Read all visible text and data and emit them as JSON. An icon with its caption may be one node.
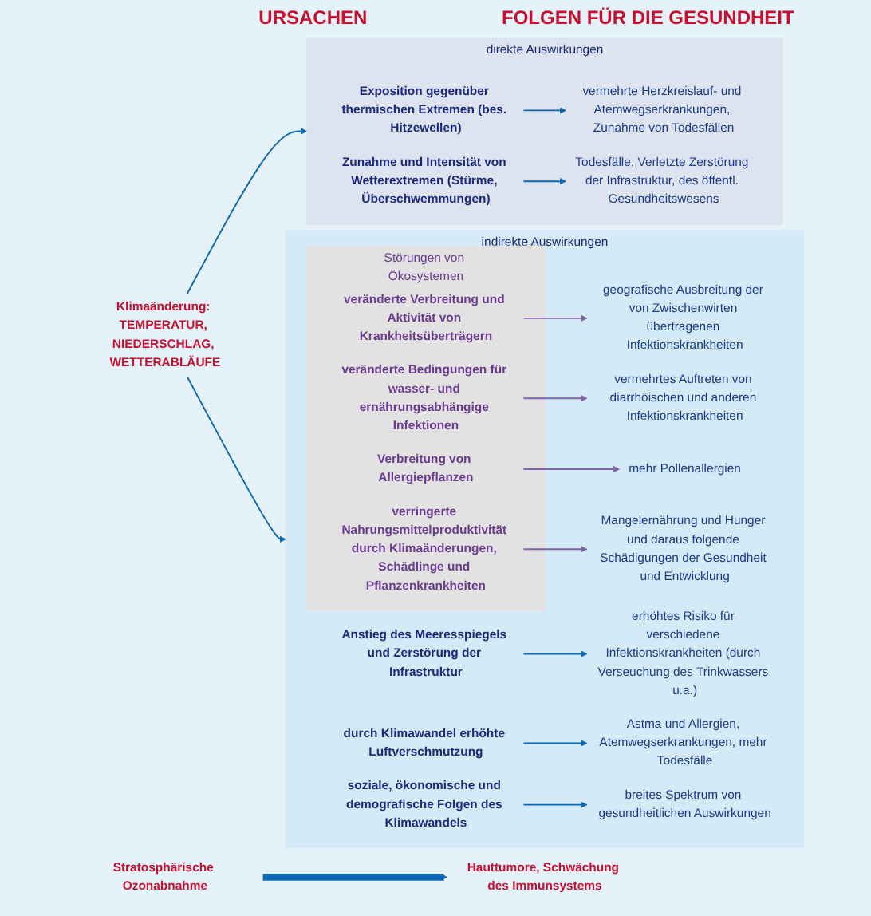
{
  "diagram": {
    "nodes": [
      {
        "text": [
          "Klimaänderung: TEMPERATUR, NIEDERSCHLAG, WETTERABLÄUFE"
        ]
      },
      {
        "text": [
          "direkte Auswirkungen"
        ]
      },
      {
        "text": [
          "Exposition gegenüber thermischen Extremen (bes. Hitzewellen)"
        ],
        "in": 1
      },
      {
        "text": [
          "vermehrte Herzkreislauf- und Atemwegserkrankungen, Zunahme von Todesfällen"
        ],
        "in": 1
      },
      {
        "text": [
          "Zunahme und Intensität von Wetterextremen (Stürme, Überschwemmungen)"
        ],
        "in": 1
      },
      {
        "text": [
          "Todesfälle, Verletzte Zerstörung der Infrastruktur, des öffentl. Gesundheitswesens"
        ],
        "in": 1
      },
      {
        "text": [
          "indirekte Auswirkungen"
        ]
      },
      {
        "text": [
          "Störungen von Ökosystemen"
        ],
        "in": 6
      },
      {
        "text": [
          "veränderte Verbreitung und Aktivität von Krankheitsüberträgern"
        ],
        "in": 7
      },
      {
        "text": [
          "geografische Ausbreitung der von Zwischenwirten übertragenen Infektionskrankheiten"
        ],
        "in": 6
      },
      {
        "text": [
          "veränderte Bedingungen für wasser- und ernährungsabhängige Infektionen"
        ],
        "in": 7
      },
      {
        "text": [
          "vermehrtes Auftreten von diarrhöischen und anderen Infektionskrankheiten"
        ],
        "in": 6
      },
      {
        "text": [
          "Verbreitung von Allergiepflanzen"
        ],
        "in": 7
      },
      {
        "text": [
          "mehr Pollenallergien"
        ],
        "in": 6
      },
      {
        "text": [
          "verringerte Nahrungsmittelproduktivität durch Klimaänderungen, Schädlinge und Pflanzenkrankheiten"
        ],
        "in": 7
      },
      {
        "text": [
          "Mangelernährung und Hunger und daraus folgende Schädigungen der Gesundheit und Entwicklung"
        ],
        "in": 6
      },
      {
        "text": [
          "Anstieg des Meeresspiegels und Zerstörung der Infrastruktur"
        ],
        "in": 6
      },
      {
        "text": [
          "erhöhtes Risiko für verschiedene Infektionskrankheiten (durch Verseuchung des Trinkwassers u.a.)"
        ],
        "in": 6
      },
      {
        "text": [
          "durch Klimawandel erhöhte Luftverschmutzung"
        ],
        "in": 6
      },
      {
        "text": [
          "Astma und Allergien, Atemwegserkrankungen, mehr Todesfälle"
        ],
        "in": 6
      },
      {
        "text": [
          "soziale, ökonomische und demografische Folgen des Klimawandels"
        ],
        "in": 6
      },
      {
        "text": [
          "breites Spektrum von gesundheitlichen Auswirkungen"
        ],
        "in": 6
      },
      {
        "text": [
          "Stratosphärische Ozonabnahme"
        ]
      },
      {
        "text": [
          "Hauttumore, Schwächung des Immunsystems"
        ]
      }
    ],
    "edges": [
      {
        "from": 0,
        "to": 1,
        "arrow": "to"
      },
      {
        "from": 0,
        "to": 6,
        "arrow": "to"
      },
      {
        "from": 2,
        "to": 3,
        "arrow": "to"
      },
      {
        "from": 4,
        "to": 5,
        "arrow": "to"
      },
      {
        "from": 8,
        "to": 9,
        "arrow": "to",
        "color": "#8062a8"
      },
      {
        "from": 10,
        "to": 11,
        "arrow": "to",
        "color": "#8062a8"
      },
      {
        "from": 12,
        "to": 13,
        "arrow": "to",
        "color": "#8062a8"
      },
      {
        "from": 14,
        "to": 15,
        "arrow": "to",
        "color": "#8062a8"
      },
      {
        "from": 16,
        "to": 17,
        "arrow": "to"
      },
      {
        "from": 18,
        "to": 19,
        "arrow": "to"
      },
      {
        "from": 20,
        "to": 21,
        "arrow": "to"
      },
      {
        "from": 22,
        "to": 23,
        "arrow": "to",
        "style": "thick"
      }
    ],
    "labels": [
      "URSACHEN",
      "FOLGEN FÜR DIE GESUNDHEIT"
    ]
  }
}
